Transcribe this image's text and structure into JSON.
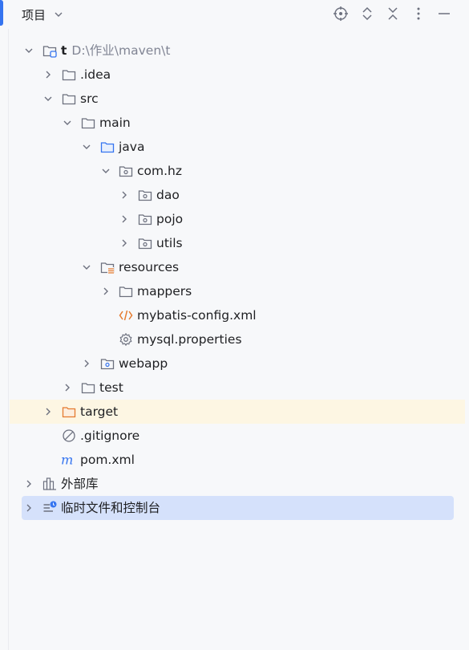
{
  "header": {
    "title": "项目",
    "icons": [
      "locate-icon",
      "expand-all-icon",
      "collapse-all-icon",
      "more-icon",
      "minimize-icon"
    ]
  },
  "tree": {
    "root": {
      "name": "t",
      "path": "D:\\作业\\maven\\t"
    },
    "idea": ".idea",
    "src": "src",
    "main": "main",
    "java": "java",
    "com_hz": "com.hz",
    "dao": "dao",
    "pojo": "pojo",
    "utils": "utils",
    "resources": "resources",
    "mappers": "mappers",
    "mybatis_config": "mybatis-config.xml",
    "mysql_properties": "mysql.properties",
    "webapp": "webapp",
    "test": "test",
    "target": "target",
    "gitignore": ".gitignore",
    "pom": "pom.xml",
    "external_libraries": "外部库",
    "scratches": "临时文件和控制台"
  },
  "colors": {
    "accent": "#3574f0",
    "target_highlight": "#fdf6e3",
    "selected": "#d5e1fb",
    "xml_orange": "#e57a2e",
    "maven_blue": "#3574f0"
  }
}
